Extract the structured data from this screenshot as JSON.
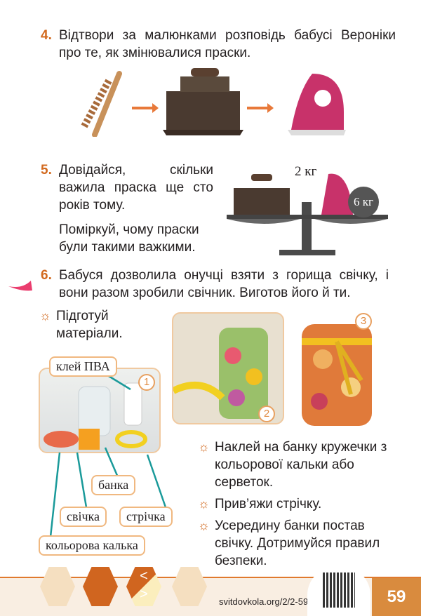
{
  "task4": {
    "number": "4.",
    "text": "Відтвори за малюнками розповідь бабусі Вероніки про те, як змінювалися праски."
  },
  "task5": {
    "number": "5.",
    "text": "Довідайся, скільки важила праска ще сто років тому.",
    "text2": "Поміркуй, чому праски були такими важкими.",
    "weight_iron": "2 кг",
    "weight_kettlebell": "6 кг"
  },
  "task6": {
    "number": "6.",
    "text": "Бабуся дозволила онучці взяти з горища свічку, і вони разом зробили свічник. Виготов його й ти."
  },
  "prepare": "Підготуй матеріали.",
  "labels": {
    "glue": "клей ПВА",
    "jar": "банка",
    "candle": "свічка",
    "ribbon": "стрічка",
    "tracing": "кольорова калька"
  },
  "badges": [
    "1",
    "2",
    "3"
  ],
  "steps": [
    "Наклей на банку кружечки з кольорової кальки або серветок.",
    "Прив’яжи стрічку.",
    "Усередину банки постав свічку. Дотримуйся правил безпеки."
  ],
  "footer": {
    "url": "svitdovkola.org/2/2-59",
    "page": "59"
  },
  "colors": {
    "accent": "#d2691e",
    "footer_bg": "#f9eee2",
    "page_box": "#d98b3e"
  }
}
